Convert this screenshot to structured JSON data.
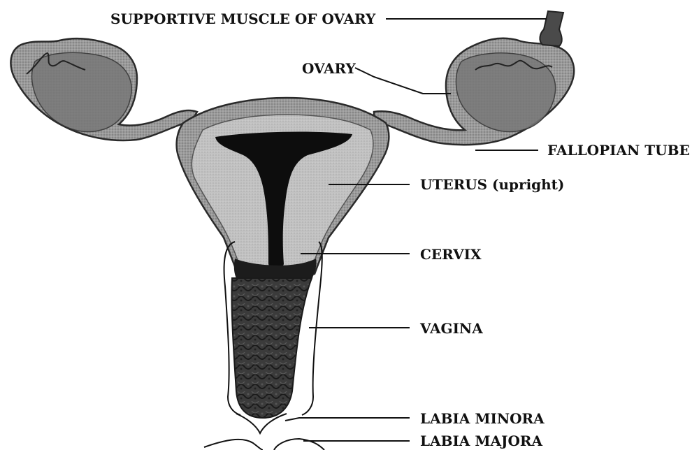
{
  "diagram": {
    "labels": {
      "supportive_muscle": "SUPPORTIVE MUSCLE OF OVARY",
      "ovary": "OVARY",
      "fallopian_tube": "FALLOPIAN TUBE",
      "uterus": "UTERUS (upright)",
      "cervix": "CERVIX",
      "vagina": "VAGINA",
      "labia_minora": "LABIA MINORA",
      "labia_majora": "LABIA MAJORA"
    },
    "colors": {
      "tissue": "#8f8f8f",
      "ovary_dark": "#6e6e6e",
      "uterus_inner": "#bdbdbd",
      "cavity": "#0d0d0d",
      "vagina": "#3d3d3d",
      "line": "#111111"
    }
  }
}
